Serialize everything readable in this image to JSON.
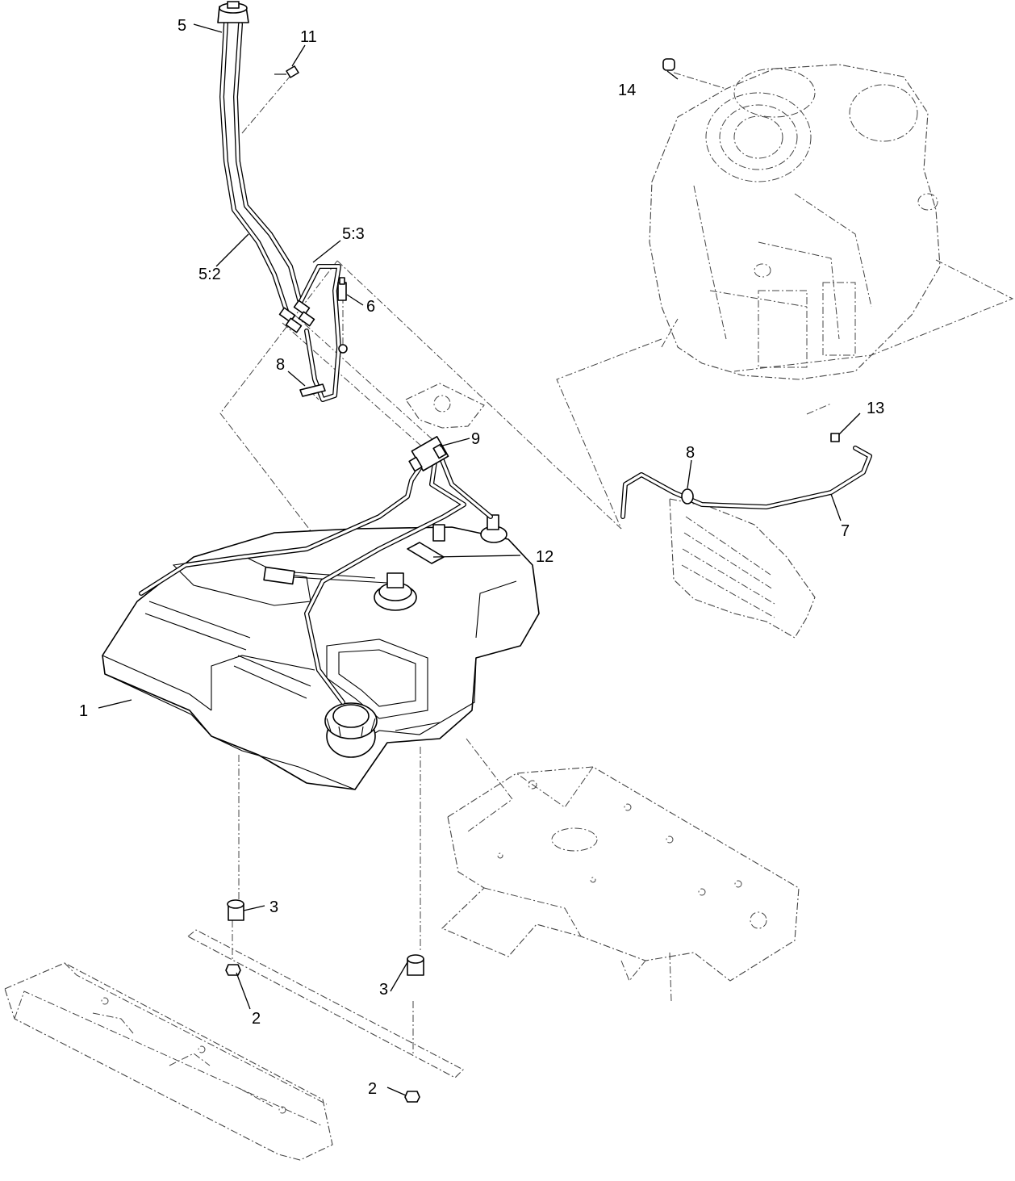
{
  "callouts": {
    "c1": "1",
    "c2a": "2",
    "c2b": "2",
    "c3a": "3",
    "c3b": "3",
    "c5": "5",
    "c5_2": "5:2",
    "c5_3": "5:3",
    "c6": "6",
    "c7": "7",
    "c8a": "8",
    "c8b": "8",
    "c9": "9",
    "c11": "11",
    "c12": "12",
    "c13": "13",
    "c14": "14"
  }
}
